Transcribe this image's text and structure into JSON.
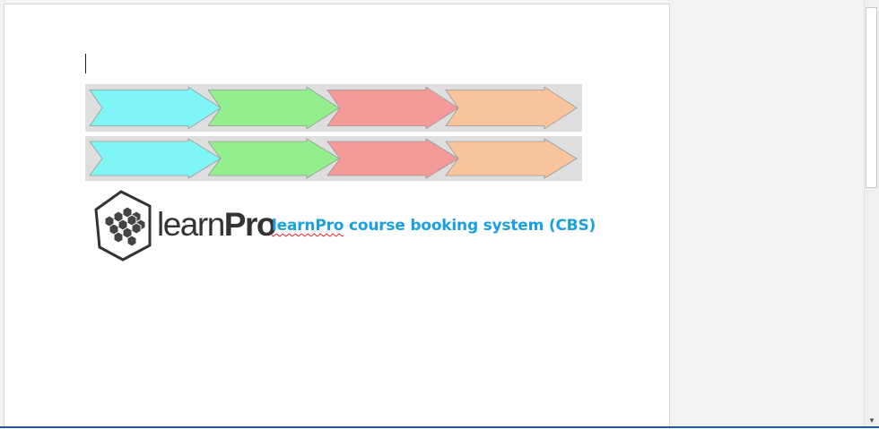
{
  "document": {
    "heading_spelled": "learnPro",
    "heading_rest": " course booking system (CBS)",
    "logo_light": "learn",
    "logo_bold": "Pro"
  },
  "arrow_colors": [
    "#7ff5f5",
    "#93ee8d",
    "#f59a98",
    "#f9c39c"
  ],
  "colors": {
    "heading": "#1aa0e0",
    "logo": "#333333",
    "strip_background": "#dedede"
  },
  "icons": {
    "logo_mark": "hexagon-honeycomb-icon",
    "scroll_down": "triangle-down-icon"
  }
}
